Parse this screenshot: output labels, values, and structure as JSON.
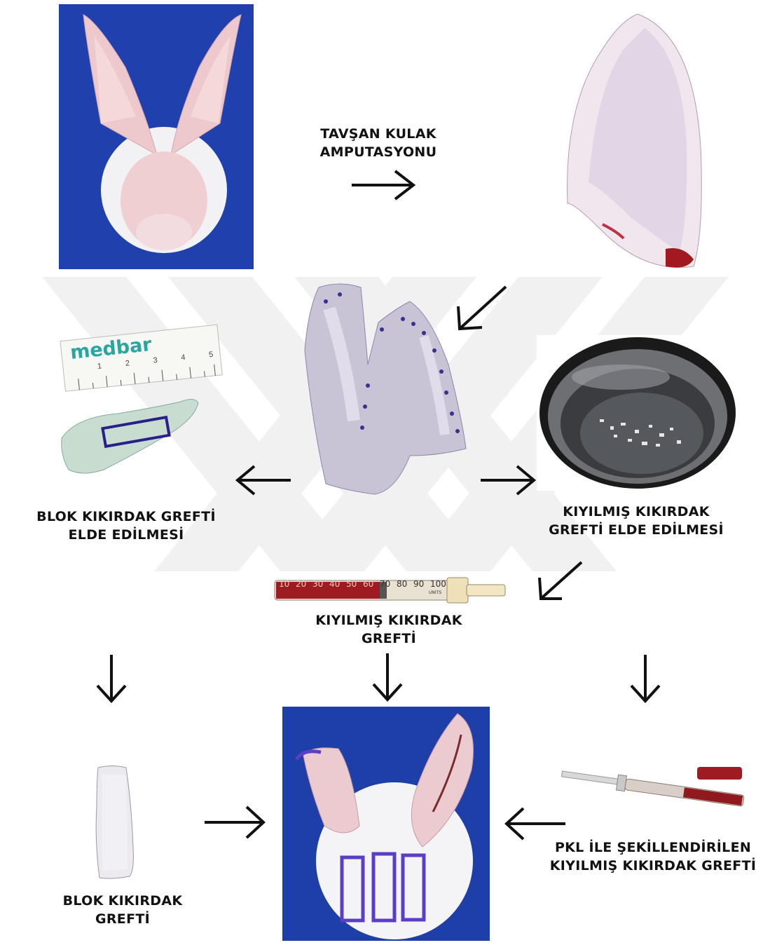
{
  "labels": {
    "amputation": [
      "TAVŞAN KULAK",
      "AMPUTASYONU"
    ],
    "block_harvest": [
      "BLOK KIKIRDAK GREFTİ",
      "ELDE EDİLMESİ"
    ],
    "diced_harvest": [
      "KIYILMIŞ KIKIRDAK",
      "GREFTİ ELDE EDİLMESİ"
    ],
    "diced_graft": [
      "KIYILMIŞ KIKIRDAK",
      "GREFTİ"
    ],
    "block_graft": [
      "BLOK KIKIRDAK",
      "GREFTİ"
    ],
    "pcl_graft": [
      "PKL İLE ŞEKİLLENDİRİLEN",
      "KIYILMIŞ KIKIRDAK GREFTİ"
    ]
  },
  "ruler": {
    "brand": "medbar",
    "ticks": [
      "1",
      "2",
      "3",
      "4",
      "5"
    ]
  },
  "syringe": {
    "ticks": [
      "10",
      "20",
      "30",
      "40",
      "50",
      "60",
      "70",
      "80",
      "90",
      "100"
    ],
    "units": "UNITS"
  },
  "colors": {
    "drape_blue": "#1f3fa8",
    "skin_pink": "#e9c5c9",
    "cartilage": "#c9c3d6",
    "blood": "#a11a22",
    "marker_purple": "#5a3ec8",
    "arrow": "#111111"
  }
}
